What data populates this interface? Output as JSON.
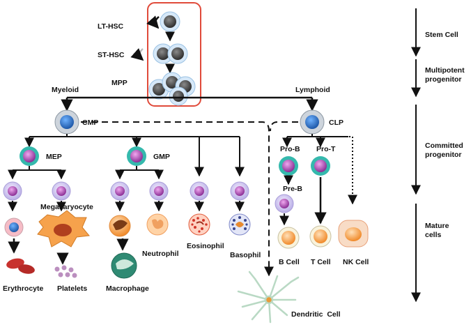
{
  "hierarchy": {
    "lt_hsc": "LT-HSC",
    "st_hsc": "ST-HSC",
    "mpp": "MPP",
    "myeloid": "Myeloid",
    "lymphoid": "Lymphoid"
  },
  "progenitors": {
    "cmp": "CMP",
    "clp": "CLP",
    "mep": "MEP",
    "gmp": "GMP",
    "pro_b": "Pro-B",
    "pro_t": "Pro-T",
    "pre_b": "Pre-B"
  },
  "mature": {
    "megakaryocyte": "Megakaryocyte",
    "erythrocyte": "Erythrocyte",
    "platelets": "Platelets",
    "macrophage": "Macrophage",
    "neutrophil": "Neutrophil",
    "eosinophil": "Eosinophil",
    "basophil": "Basophil",
    "b_cell": "B Cell",
    "t_cell": "T Cell",
    "nk_cell": "NK Cell",
    "dendritic_cell": "Dendritic  Cell"
  },
  "stages": {
    "stem_cell": "Stem Cell",
    "multipotent": "Multipotent progenitor",
    "committed": "Committed progenitor",
    "mature": "Mature cells"
  },
  "colors": {
    "hsc_box": "#e04a3a",
    "arrow": "#111111",
    "stem_nucleus": "#4a4a4a",
    "cmp_nucleus": "#2f6fbf",
    "progenitor_ring": "#2bb3a8",
    "progenitor_nucleus": "#b04fb4",
    "precursor_body": "#cfc6ee",
    "orange_cell": "#f3a65a",
    "erythrocyte": "#c8322e",
    "macrophage": "#2f8a73",
    "dendritic": "#b9d9c4"
  }
}
